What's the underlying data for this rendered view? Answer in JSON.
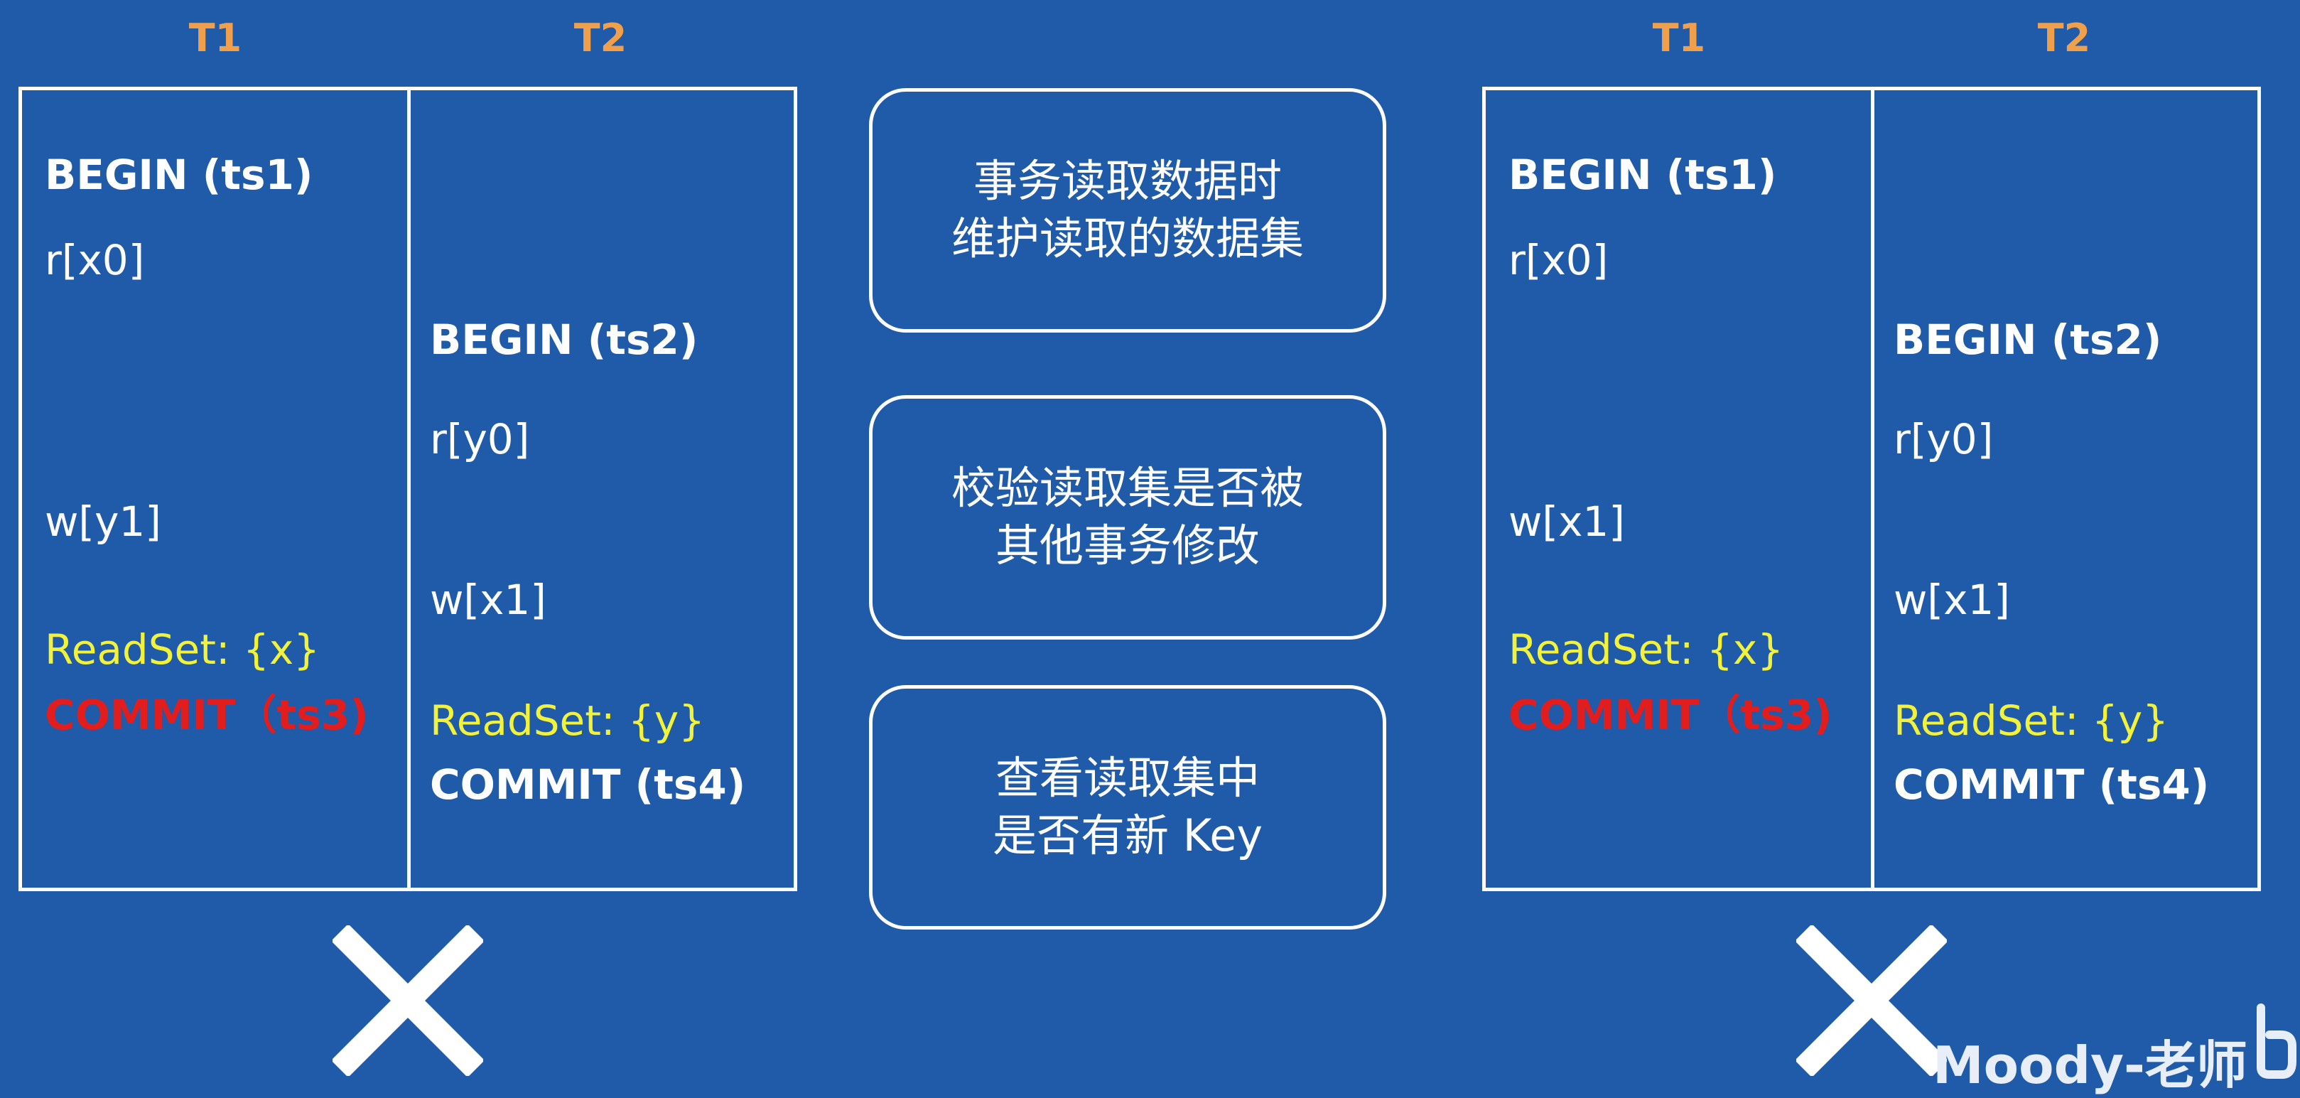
{
  "colors": {
    "background": "#1f5ba8",
    "header": "#f0a04a",
    "readset": "#f2f23a",
    "commit_red": "#e11d1d",
    "line": "#ffffff"
  },
  "left_panel": {
    "t1_header": "T1",
    "t2_header": "T2",
    "t1": {
      "begin": "BEGIN (ts1)",
      "read": "r[x0]",
      "write": "w[y1]",
      "readset": "ReadSet: {x}",
      "commit": "COMMIT（ts3)"
    },
    "t2": {
      "begin": "BEGIN (ts2)",
      "read": "r[y0]",
      "write": "w[x1]",
      "readset": "ReadSet: {y}",
      "commit": "COMMIT (ts4)"
    }
  },
  "right_panel": {
    "t1_header": "T1",
    "t2_header": "T2",
    "t1": {
      "begin": "BEGIN (ts1)",
      "read": "r[x0]",
      "write": "w[x1]",
      "readset": "ReadSet: {x}",
      "commit": "COMMIT（ts3)"
    },
    "t2": {
      "begin": "BEGIN (ts2)",
      "read": "r[y0]",
      "write": "w[x1]",
      "readset": "ReadSet: {y}",
      "commit": "COMMIT (ts4)"
    }
  },
  "steps": [
    {
      "line1": "事务读取数据时",
      "line2": "维护读取的数据集"
    },
    {
      "line1": "校验读取集是否被",
      "line2": "其他事务修改"
    },
    {
      "line1": "查看读取集中",
      "line2": "是否有新 Key"
    }
  ],
  "icons": {
    "left_cross": "cross-icon",
    "right_cross": "cross-icon",
    "logo": "bilibili-tv-icon"
  },
  "watermark": "Moody-老师"
}
